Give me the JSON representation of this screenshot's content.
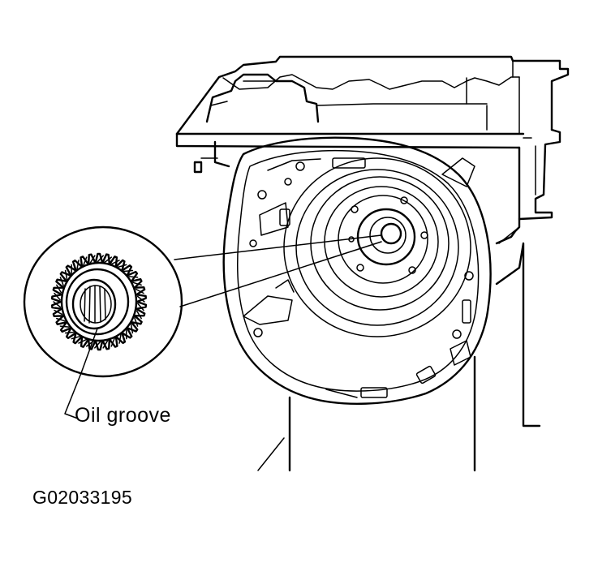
{
  "figure": {
    "callout_label": "Oil groove",
    "figure_id": "G02033195"
  },
  "colors": {
    "line": "#000000",
    "background": "#ffffff"
  },
  "icons": [
    "oil-pump-housing-illustration",
    "oil-pump-gear-detail-illustration"
  ]
}
